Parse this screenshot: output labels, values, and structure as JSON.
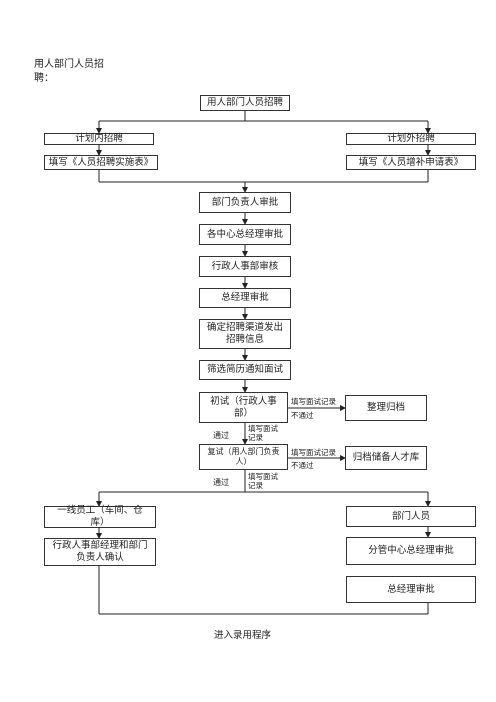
{
  "intro": "用人部门人员招聘：",
  "nodes": {
    "top": "用人部门人员招聘",
    "plan_in": "计划内招聘",
    "plan_out": "计划外招聘",
    "form_in": "填写《人员招聘实施表》",
    "form_out": "填写《人员增补申请表》",
    "dept_head": "部门负责人审批",
    "center_gm": "各中心总经理审批",
    "hr_review": "行政人事部审核",
    "gm_approve": "总经理审批",
    "channel": "确定招聘渠道发出招聘信息",
    "screen": "筛选简历通知面试",
    "first_interview": "初试（行政人事部）",
    "archive": "整理归档",
    "second_interview": "复试（用人部门负责人）",
    "talent_pool": "归档储备人才库",
    "frontline": "一线员工（车间、仓库）",
    "dept_staff": "部门人员",
    "hr_confirm": "行政人事部经理和部门负责人确认",
    "center_gm2": "分管中心总经理审批",
    "gm_approve2": "总经理审批",
    "end": "进入录用程序"
  },
  "labels": {
    "fill_record_1": "填写面试记录",
    "fail_1": "不通过",
    "pass_1": "通过",
    "fill_record_2": "填写面试记录",
    "fill_record_3": "填写面试记录",
    "fail_2": "不通过",
    "pass_2": "通过",
    "fill_record_4": "填写面试记录"
  }
}
